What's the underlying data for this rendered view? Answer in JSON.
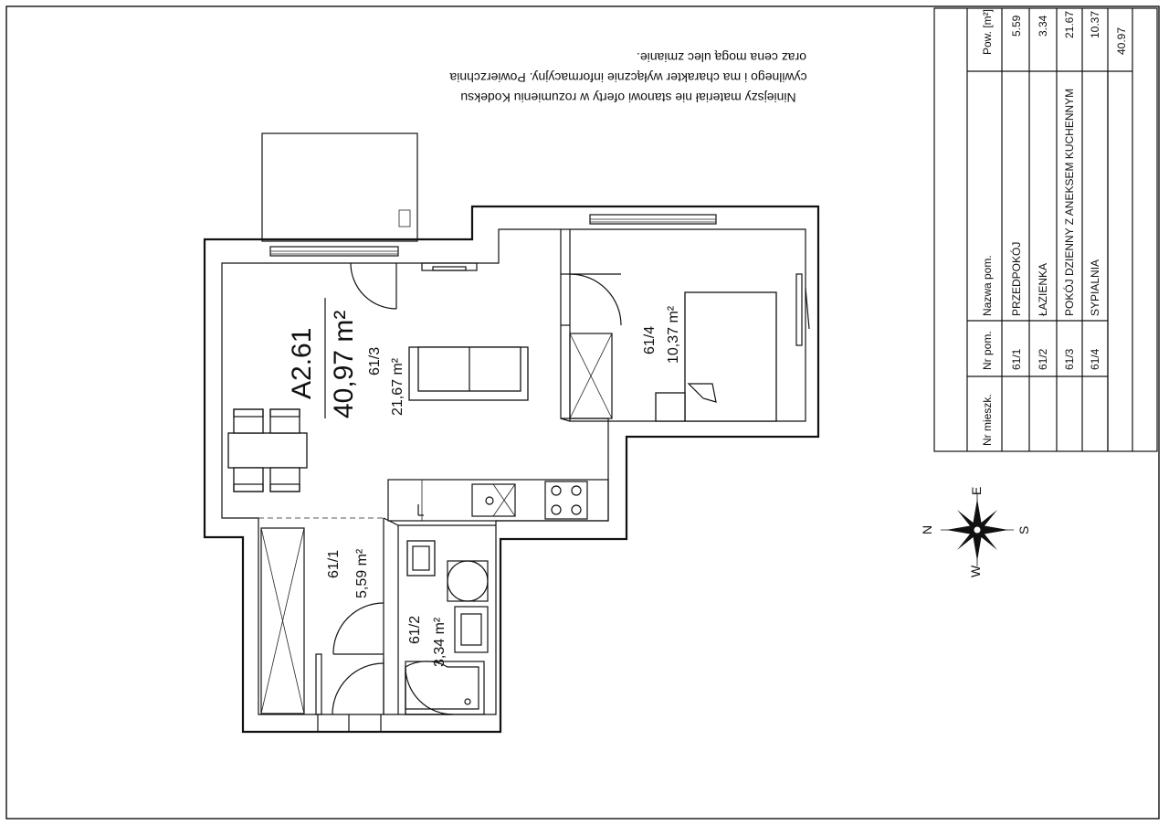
{
  "disclaimer": {
    "line1": "Niniejszy materiał nie stanowi oferty w rozumieniu Kodeksu",
    "line2": "cywilnego i ma charakter wyłącznie informacyjny. Powierzchnia",
    "line3": "oraz cena mogą ulec zmianie."
  },
  "apartment": {
    "number": "A2.61",
    "total_area": "40,97 m²"
  },
  "rooms": [
    {
      "code": "61/1",
      "area": "5,59 m²"
    },
    {
      "code": "61/2",
      "area": "3,34 m²"
    },
    {
      "code": "61/3",
      "area": "21,67 m²"
    },
    {
      "code": "61/4",
      "area": "10,37 m²"
    }
  ],
  "table": {
    "headers": {
      "apartment": "Nr mieszk.",
      "room_no": "Nr pom.",
      "room_name": "Nazwa pom.",
      "area": "Pow. [m²]"
    },
    "rows": [
      {
        "no": "61/1",
        "name": "PRZEDPOKÓJ",
        "area": "5.59"
      },
      {
        "no": "61/2",
        "name": "ŁAZIENKA",
        "area": "3.34"
      },
      {
        "no": "61/3",
        "name": "POKÓJ DZIENNY Z ANEKSEM KUCHENNYM",
        "area": "21.67"
      },
      {
        "no": "61/4",
        "name": "SYPIALNIA",
        "area": "10.37"
      }
    ],
    "total": "40.97"
  },
  "compass": {
    "n": "N",
    "e": "E",
    "s": "S",
    "w": "W"
  }
}
